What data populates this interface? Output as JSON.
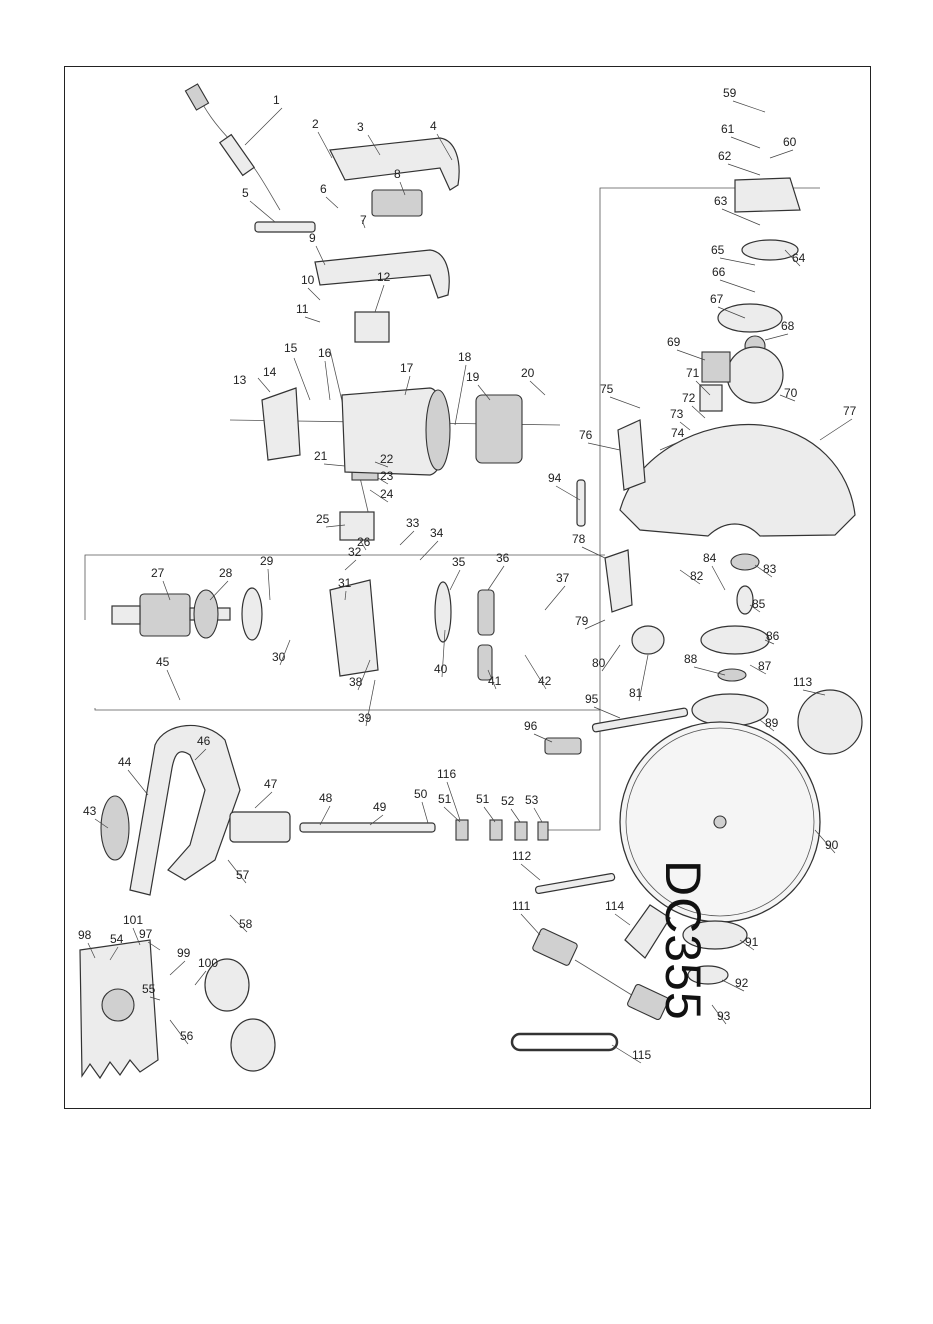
{
  "model": "DC355",
  "callouts": [
    {
      "n": "1"
    },
    {
      "n": "2"
    },
    {
      "n": "3"
    },
    {
      "n": "4"
    },
    {
      "n": "5"
    },
    {
      "n": "6"
    },
    {
      "n": "7"
    },
    {
      "n": "8"
    },
    {
      "n": "9"
    },
    {
      "n": "10"
    },
    {
      "n": "11"
    },
    {
      "n": "12"
    },
    {
      "n": "13"
    },
    {
      "n": "14"
    },
    {
      "n": "15"
    },
    {
      "n": "16"
    },
    {
      "n": "17"
    },
    {
      "n": "18"
    },
    {
      "n": "19"
    },
    {
      "n": "20"
    },
    {
      "n": "21"
    },
    {
      "n": "22"
    },
    {
      "n": "23"
    },
    {
      "n": "24"
    },
    {
      "n": "25"
    },
    {
      "n": "26"
    },
    {
      "n": "27"
    },
    {
      "n": "28"
    },
    {
      "n": "29"
    },
    {
      "n": "30"
    },
    {
      "n": "31"
    },
    {
      "n": "32"
    },
    {
      "n": "33"
    },
    {
      "n": "34"
    },
    {
      "n": "35"
    },
    {
      "n": "36"
    },
    {
      "n": "37"
    },
    {
      "n": "38"
    },
    {
      "n": "39"
    },
    {
      "n": "40"
    },
    {
      "n": "41"
    },
    {
      "n": "42"
    },
    {
      "n": "43"
    },
    {
      "n": "44"
    },
    {
      "n": "45"
    },
    {
      "n": "46"
    },
    {
      "n": "47"
    },
    {
      "n": "48"
    },
    {
      "n": "49"
    },
    {
      "n": "50"
    },
    {
      "n": "51"
    },
    {
      "n": "51"
    },
    {
      "n": "52"
    },
    {
      "n": "53"
    },
    {
      "n": "54"
    },
    {
      "n": "55"
    },
    {
      "n": "56"
    },
    {
      "n": "57"
    },
    {
      "n": "58"
    },
    {
      "n": "59"
    },
    {
      "n": "60"
    },
    {
      "n": "61"
    },
    {
      "n": "62"
    },
    {
      "n": "63"
    },
    {
      "n": "64"
    },
    {
      "n": "65"
    },
    {
      "n": "66"
    },
    {
      "n": "67"
    },
    {
      "n": "68"
    },
    {
      "n": "69"
    },
    {
      "n": "70"
    },
    {
      "n": "71"
    },
    {
      "n": "72"
    },
    {
      "n": "73"
    },
    {
      "n": "74"
    },
    {
      "n": "75"
    },
    {
      "n": "76"
    },
    {
      "n": "77"
    },
    {
      "n": "78"
    },
    {
      "n": "79"
    },
    {
      "n": "80"
    },
    {
      "n": "81"
    },
    {
      "n": "82"
    },
    {
      "n": "83"
    },
    {
      "n": "84"
    },
    {
      "n": "85"
    },
    {
      "n": "86"
    },
    {
      "n": "87"
    },
    {
      "n": "88"
    },
    {
      "n": "89"
    },
    {
      "n": "90"
    },
    {
      "n": "91"
    },
    {
      "n": "92"
    },
    {
      "n": "93"
    },
    {
      "n": "94"
    },
    {
      "n": "95"
    },
    {
      "n": "96"
    },
    {
      "n": "97"
    },
    {
      "n": "98"
    },
    {
      "n": "99"
    },
    {
      "n": "100"
    },
    {
      "n": "101"
    },
    {
      "n": "111"
    },
    {
      "n": "112"
    },
    {
      "n": "113"
    },
    {
      "n": "114"
    },
    {
      "n": "115"
    },
    {
      "n": "116"
    }
  ]
}
